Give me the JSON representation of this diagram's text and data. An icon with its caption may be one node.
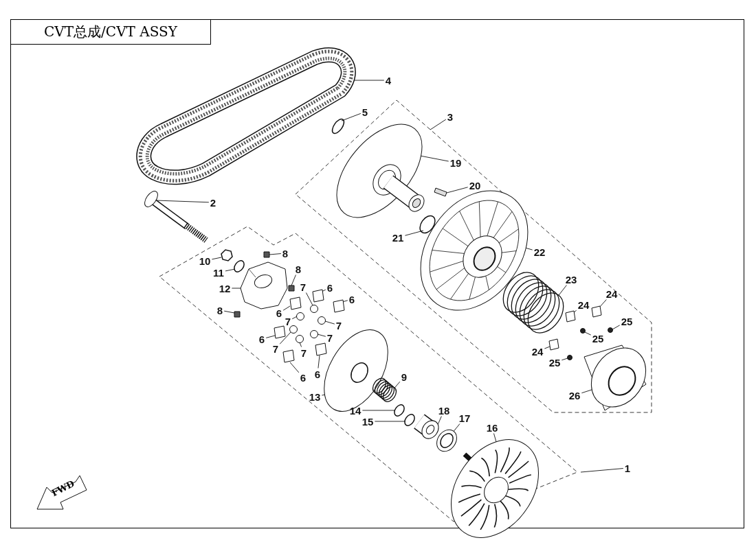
{
  "diagram": {
    "title": "CVT总成/CVT ASSY",
    "nodes": [
      {
        "text": [
          "4"
        ]
      },
      {
        "text": [
          "5"
        ]
      },
      {
        "text": [
          "3"
        ]
      },
      {
        "text": [
          "19"
        ]
      },
      {
        "text": [
          "20"
        ]
      },
      {
        "text": [
          "2"
        ]
      },
      {
        "text": [
          "21"
        ]
      },
      {
        "text": [
          "22"
        ]
      },
      {
        "text": [
          "8"
        ]
      },
      {
        "text": [
          "10"
        ]
      },
      {
        "text": [
          "8"
        ]
      },
      {
        "text": [
          "11"
        ]
      },
      {
        "text": [
          "23"
        ]
      },
      {
        "text": [
          "7"
        ]
      },
      {
        "text": [
          "6"
        ]
      },
      {
        "text": [
          "12"
        ]
      },
      {
        "text": [
          "6"
        ]
      },
      {
        "text": [
          "24"
        ]
      },
      {
        "text": [
          "24"
        ]
      },
      {
        "text": [
          "8"
        ]
      },
      {
        "text": [
          "6"
        ]
      },
      {
        "text": [
          "7"
        ]
      },
      {
        "text": [
          "7"
        ]
      },
      {
        "text": [
          "25"
        ]
      },
      {
        "text": [
          "7"
        ]
      },
      {
        "text": [
          "25"
        ]
      },
      {
        "text": [
          "6"
        ]
      },
      {
        "text": [
          "7"
        ]
      },
      {
        "text": [
          "24"
        ]
      },
      {
        "text": [
          "7"
        ]
      },
      {
        "text": [
          "25"
        ]
      },
      {
        "text": [
          "6"
        ]
      },
      {
        "text": [
          "6"
        ]
      },
      {
        "text": [
          "9"
        ]
      },
      {
        "text": [
          "13"
        ]
      },
      {
        "text": [
          "26"
        ]
      },
      {
        "text": [
          "14"
        ]
      },
      {
        "text": [
          "18"
        ]
      },
      {
        "text": [
          "15"
        ]
      },
      {
        "text": [
          "17"
        ]
      },
      {
        "text": [
          "16"
        ]
      },
      {
        "text": [
          "1"
        ]
      },
      {
        "text": [
          "FWD"
        ]
      },
      {
        "text": [],
        "shape": "picture"
      },
      {
        "text": [],
        "shape": "circle"
      },
      {
        "text": [],
        "shape": "picture"
      },
      {
        "text": [],
        "shape": "box"
      },
      {
        "text": [],
        "shape": "picture"
      },
      {
        "text": [],
        "shape": "circle"
      },
      {
        "text": [],
        "shape": "picture"
      },
      {
        "text": [],
        "shape": "box"
      },
      {
        "text": [],
        "shape": "hexagon"
      },
      {
        "text": [],
        "shape": "box"
      },
      {
        "text": [],
        "shape": "circle"
      },
      {
        "text": [],
        "shape": "picture"
      },
      {
        "text": [],
        "shape": "circle"
      },
      {
        "text": [],
        "shape": "box"
      },
      {
        "text": [],
        "shape": "picture"
      },
      {
        "text": [],
        "shape": "box"
      },
      {
        "text": [],
        "shape": "box"
      },
      {
        "text": [],
        "shape": "box"
      },
      {
        "text": [],
        "shape": "box"
      },
      {
        "text": [],
        "shape": "box"
      },
      {
        "text": [],
        "shape": "circle"
      },
      {
        "text": [],
        "shape": "circle"
      },
      {
        "text": [],
        "shape": "circle"
      },
      {
        "text": [],
        "shape": "circle"
      },
      {
        "text": [],
        "shape": "circle"
      },
      {
        "text": [],
        "shape": "box"
      },
      {
        "text": [],
        "shape": "circle"
      },
      {
        "text": [],
        "shape": "box"
      },
      {
        "text": [],
        "shape": "circle"
      },
      {
        "text": [],
        "shape": "circle"
      },
      {
        "text": [],
        "shape": "box"
      },
      {
        "text": [],
        "shape": "box"
      },
      {
        "text": [],
        "shape": "picture"
      },
      {
        "text": [],
        "shape": "picture"
      },
      {
        "text": [],
        "shape": "picture"
      },
      {
        "text": [],
        "shape": "circle"
      },
      {
        "text": [],
        "shape": "picture"
      },
      {
        "text": [],
        "shape": "circle"
      },
      {
        "text": [],
        "shape": "picture"
      },
      {
        "text": [],
        "shape": "picture"
      }
    ],
    "edges": [
      {
        "from": 0,
        "to": 43,
        "arrow": "none"
      },
      {
        "from": 1,
        "to": 44,
        "arrow": "none"
      },
      {
        "from": 2,
        "to": null,
        "arrow": "none"
      },
      {
        "from": 3,
        "to": 45,
        "arrow": "none"
      },
      {
        "from": 4,
        "to": 46,
        "arrow": "none"
      },
      {
        "from": 5,
        "to": 47,
        "arrow": "none"
      },
      {
        "from": 6,
        "to": 48,
        "arrow": "none"
      },
      {
        "from": 7,
        "to": 49,
        "arrow": "none"
      },
      {
        "from": 8,
        "to": 50,
        "arrow": "none"
      },
      {
        "from": 9,
        "to": 51,
        "arrow": "none"
      },
      {
        "from": 10,
        "to": 52,
        "arrow": "none"
      },
      {
        "from": 11,
        "to": 53,
        "arrow": "none"
      },
      {
        "from": 12,
        "to": 54,
        "arrow": "none"
      },
      {
        "from": 13,
        "to": 55,
        "arrow": "none"
      },
      {
        "from": 14,
        "to": 56,
        "arrow": "none"
      },
      {
        "from": 15,
        "to": 57,
        "arrow": "none"
      },
      {
        "from": 16,
        "to": 58,
        "arrow": "none"
      },
      {
        "from": 17,
        "to": 59,
        "arrow": "none"
      },
      {
        "from": 18,
        "to": 60,
        "arrow": "none"
      },
      {
        "from": 19,
        "to": 61,
        "arrow": "none"
      },
      {
        "from": 20,
        "to": 62,
        "arrow": "none"
      },
      {
        "from": 21,
        "to": 63,
        "arrow": "none"
      },
      {
        "from": 22,
        "to": 64,
        "arrow": "none"
      },
      {
        "from": 23,
        "to": 65,
        "arrow": "none"
      },
      {
        "from": 24,
        "to": 66,
        "arrow": "none"
      },
      {
        "from": 25,
        "to": 67,
        "arrow": "none"
      },
      {
        "from": 26,
        "to": 68,
        "arrow": "none"
      },
      {
        "from": 27,
        "to": 69,
        "arrow": "none"
      },
      {
        "from": 28,
        "to": 70,
        "arrow": "none"
      },
      {
        "from": 29,
        "to": 71,
        "arrow": "none"
      },
      {
        "from": 30,
        "to": 72,
        "arrow": "none"
      },
      {
        "from": 31,
        "to": 73,
        "arrow": "none"
      },
      {
        "from": 32,
        "to": 74,
        "arrow": "none"
      },
      {
        "from": 33,
        "to": 75,
        "arrow": "none"
      },
      {
        "from": 34,
        "to": 76,
        "arrow": "none"
      },
      {
        "from": 35,
        "to": 77,
        "arrow": "none"
      },
      {
        "from": 36,
        "to": 78,
        "arrow": "none"
      },
      {
        "from": 37,
        "to": 79,
        "arrow": "none"
      },
      {
        "from": 38,
        "to": 80,
        "arrow": "none"
      },
      {
        "from": 39,
        "to": 81,
        "arrow": "none"
      },
      {
        "from": 40,
        "to": 82,
        "arrow": "none"
      },
      {
        "from": 41,
        "to": null,
        "arrow": "none"
      }
    ]
  }
}
